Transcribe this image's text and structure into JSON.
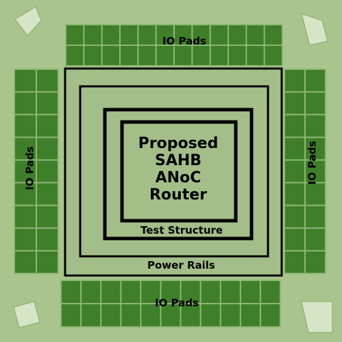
{
  "labels": {
    "io_top": "IO Pads",
    "io_left": "IO Pads",
    "io_right": "IO Pads",
    "io_bottom": "IO Pads",
    "power_rails": "Power Rails",
    "test_structure": "Test Structure",
    "router_lines": [
      "Proposed",
      "SAHB",
      "ANoC",
      "Router"
    ]
  },
  "colors": {
    "die_background": "#a9c48c",
    "pad_fill": "#3f7f2a",
    "pad_grid": "#8fb775",
    "core_fill": "#a4be8a",
    "outline": "#000000"
  }
}
